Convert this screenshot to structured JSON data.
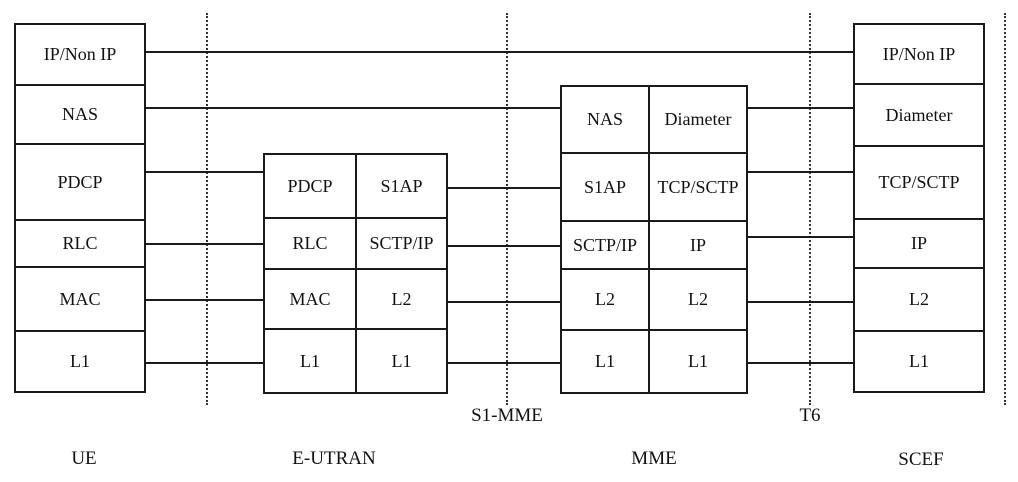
{
  "colors": {
    "background": "#ffffff",
    "line": "#1a1a1a",
    "text": "#111111"
  },
  "nodes": {
    "ue": {
      "label": "UE",
      "layers": [
        "IP/Non IP",
        "NAS",
        "PDCP",
        "RLC",
        "MAC",
        "L1"
      ]
    },
    "eutran": {
      "label": "E-UTRAN",
      "left_layers": [
        "PDCP",
        "RLC",
        "MAC",
        "L1"
      ],
      "right_layers": [
        "S1AP",
        "SCTP/IP",
        "L2",
        "L1"
      ]
    },
    "mme": {
      "label": "MME",
      "left_layers": [
        "NAS",
        "S1AP",
        "SCTP/IP",
        "L2",
        "L1"
      ],
      "right_layers": [
        "Diameter",
        "TCP/SCTP",
        "IP",
        "L2",
        "L1"
      ]
    },
    "scef": {
      "label": "SCEF",
      "layers": [
        "IP/Non IP",
        "Diameter",
        "TCP/SCTP",
        "IP",
        "L2",
        "L1"
      ]
    }
  },
  "interface_labels": {
    "s1_mme": "S1-MME",
    "t6": "T6"
  }
}
